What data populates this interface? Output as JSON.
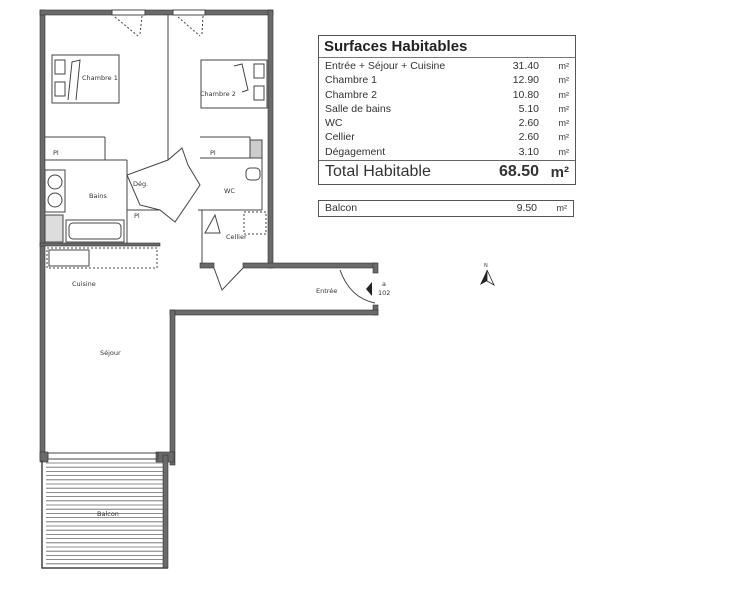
{
  "surfaces": {
    "title": "Surfaces Habitables",
    "rows": [
      {
        "name": "Entrée + Séjour + Cuisine",
        "value": "31.40",
        "unit": "m²"
      },
      {
        "name": "Chambre 1",
        "value": "12.90",
        "unit": "m²"
      },
      {
        "name": "Chambre 2",
        "value": "10.80",
        "unit": "m²"
      },
      {
        "name": "Salle de bains",
        "value": "5.10",
        "unit": "m²"
      },
      {
        "name": "WC",
        "value": "2.60",
        "unit": "m²"
      },
      {
        "name": "Cellier",
        "value": "2.60",
        "unit": "m²"
      },
      {
        "name": "Dégagement",
        "value": "3.10",
        "unit": "m²"
      }
    ],
    "total": {
      "name": "Total Habitable",
      "value": "68.50",
      "unit": "m²"
    },
    "balcon": {
      "name": "Balcon",
      "value": "9.50",
      "unit": "m²"
    }
  },
  "plan": {
    "rooms": {
      "chambre1": "Chambre 1",
      "chambre2": "Chambre 2",
      "bains": "Bains",
      "deg": "Dég.",
      "wc": "WC",
      "cellier": "Cellier",
      "cuisine": "Cuisine",
      "sejour": "Séjour",
      "entree": "Entrée",
      "balcon": "Balcon",
      "placard": "Pl"
    },
    "unit_marker": {
      "letter": "a",
      "number": "102"
    },
    "north_label": "N"
  },
  "colors": {
    "wall": "#6a6a6a",
    "line": "#444444"
  }
}
